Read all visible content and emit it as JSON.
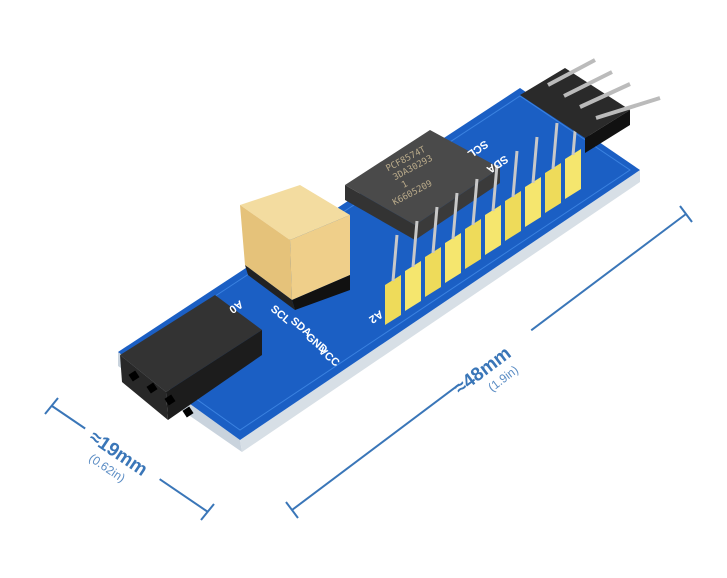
{
  "product": {
    "chip_marking": [
      "PCF8574T",
      "3DA30293",
      "1",
      "K6605209"
    ],
    "silkscreen": {
      "scl_top": "SCL",
      "sda_top": "SDA",
      "a0": "A0",
      "a2": "A2",
      "scl": "SCL",
      "sda": "SDA",
      "gnd": "GND",
      "vcc": "VCC"
    }
  },
  "dimensions": {
    "width": {
      "label": "≈19mm",
      "sub": "(0.62in)"
    },
    "length": {
      "label": "≈48mm",
      "sub": "(1.9in)"
    }
  },
  "colors": {
    "pcb": "#1b5fc4",
    "dimension": "#3a76b8",
    "header": "#f2e36a",
    "jumper": "#e8c77a"
  }
}
